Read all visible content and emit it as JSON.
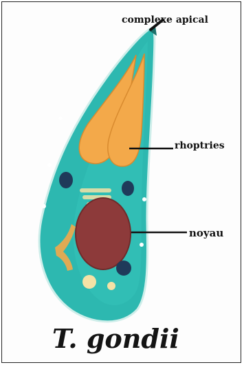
{
  "labels": {
    "apical_complex": "complexe apical",
    "rhoptries": "rhoptries",
    "nucleus": "noyau"
  },
  "title": "T. gondii",
  "colors": {
    "cytoplasm": "#2db8b0",
    "rhoptry": "#f3a94a",
    "nucleus": "#8d3a3a",
    "granule_dark": "#1f3a5a",
    "granule_light": "#f4e2a6"
  }
}
